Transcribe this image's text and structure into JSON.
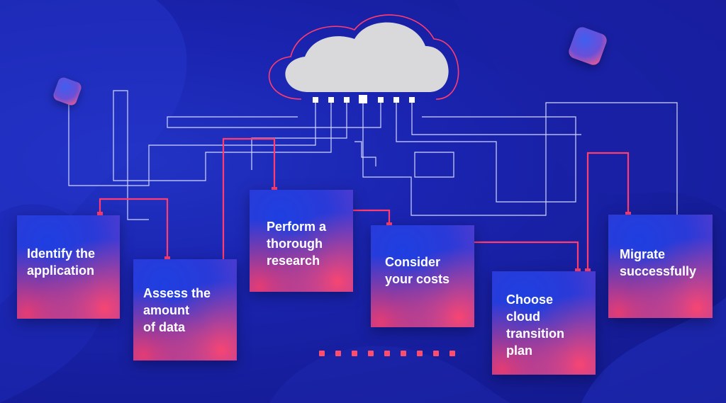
{
  "diagram": {
    "steps": [
      {
        "id": "identify",
        "label": "Identify the\napplication"
      },
      {
        "id": "assess",
        "label": "Assess the\namount\nof data"
      },
      {
        "id": "research",
        "label": "Perform a\nthorough\nresearch"
      },
      {
        "id": "costs",
        "label": "Consider\nyour costs"
      },
      {
        "id": "plan",
        "label": "Choose\ncloud\ntransition\nplan"
      },
      {
        "id": "migrate",
        "label": "Migrate\nsuccessfully"
      }
    ],
    "icons": [
      "cloud-icon",
      "cube-icon"
    ],
    "colors": {
      "background": "#1a1f9e",
      "accent_wire": "#ff3d6e",
      "white_wire": "#e6e9ff",
      "cloud": "#d9d9dc"
    }
  }
}
